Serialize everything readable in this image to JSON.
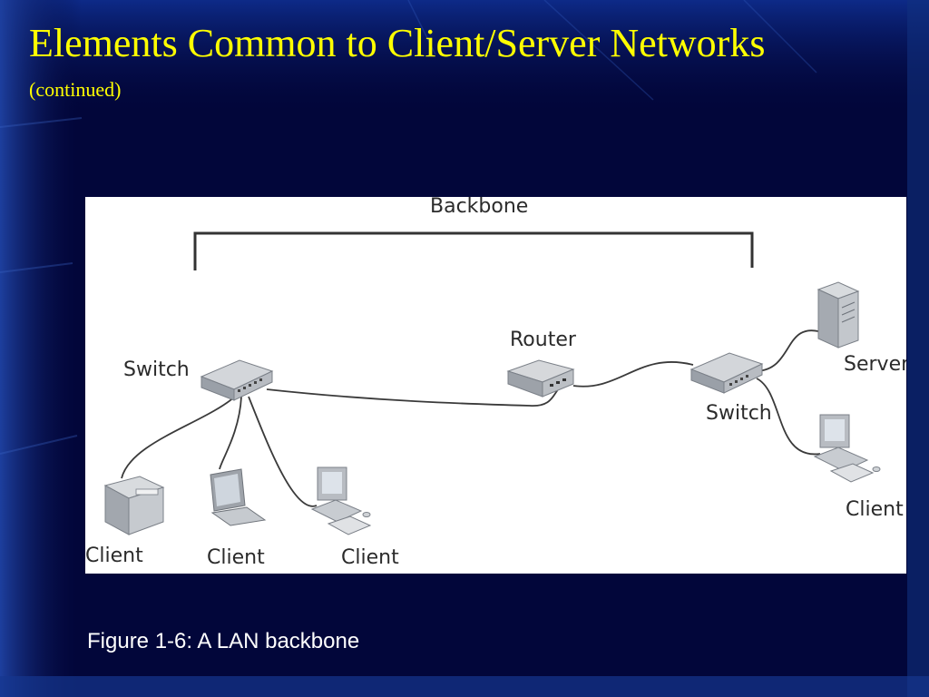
{
  "slide": {
    "title": "Elements Common to Client/Server Networks",
    "subtitle": "(continued)",
    "caption": "Figure 1-6: A LAN backbone",
    "title_color": "#ffff00",
    "background_color": "#02063a"
  },
  "diagram": {
    "backbone_label": "Backbone",
    "left_switch_label": "Switch",
    "router_label": "Router",
    "right_switch_label": "Switch",
    "server_label": "Server",
    "client_printer_label": "Client",
    "client_laptop_label": "Client",
    "client_desktop_label": "Client",
    "client_right_label": "Client"
  }
}
